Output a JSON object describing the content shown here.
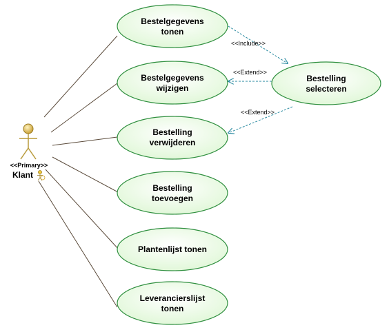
{
  "actor": {
    "stereotype": "<<Primary>>",
    "name": "Klant"
  },
  "use_cases": [
    {
      "id": "uc1",
      "lines": [
        "Bestelgegevens",
        "tonen"
      ]
    },
    {
      "id": "uc2",
      "lines": [
        "Bestelgegevens",
        "wijzigen"
      ]
    },
    {
      "id": "uc3",
      "lines": [
        "Bestelling",
        "verwijderen"
      ]
    },
    {
      "id": "uc4",
      "lines": [
        "Bestelling",
        "toevoegen"
      ]
    },
    {
      "id": "uc5",
      "lines": [
        "Plantenlijst tonen"
      ]
    },
    {
      "id": "uc6",
      "lines": [
        "Leverancierslijst",
        "tonen"
      ]
    },
    {
      "id": "uc7",
      "lines": [
        "Bestelling",
        "selecteren"
      ]
    }
  ],
  "relations": [
    {
      "from": "uc1",
      "to": "uc7",
      "label": "<<Include>>"
    },
    {
      "from": "uc7",
      "to": "uc2",
      "label": "<<Extend>>"
    },
    {
      "from": "uc7",
      "to": "uc3",
      "label": "<<Extend>>"
    }
  ],
  "colors": {
    "ellipse_fill": "#e6fbe0",
    "ellipse_fill_center": "#ffffff",
    "ellipse_stroke": "#2f8f3f",
    "association": "#5a4a3a",
    "dependency": "#2a8aa0",
    "actor_body": "#b89a3a",
    "actor_head": "#d8b84a"
  }
}
